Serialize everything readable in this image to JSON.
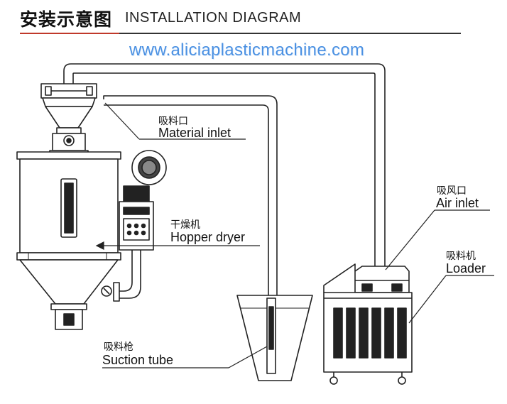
{
  "header": {
    "title_cn": "安装示意图",
    "title_en": "INSTALLATION DIAGRAM",
    "website": "www.aliciaplasticmachine.com"
  },
  "labels": {
    "material_inlet": {
      "cn": "吸料口",
      "en": "Material inlet"
    },
    "hopper_dryer": {
      "cn": "干燥机",
      "en": "Hopper dryer"
    },
    "air_inlet": {
      "cn": "吸风口",
      "en": "Air inlet"
    },
    "loader": {
      "cn": "吸料机",
      "en": "Loader"
    },
    "suction_tube": {
      "cn": "吸料枪",
      "en": "Suction tube"
    }
  },
  "colors": {
    "accent_red": "#c0392b",
    "website_blue": "#4a90e2",
    "line": "#222222"
  }
}
